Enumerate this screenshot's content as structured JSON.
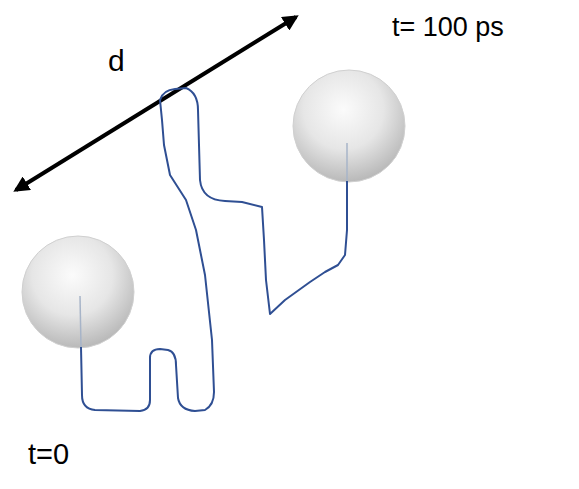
{
  "diagram": {
    "labels": [
      "d",
      "t= 100 ps",
      "t=0"
    ]
  }
}
